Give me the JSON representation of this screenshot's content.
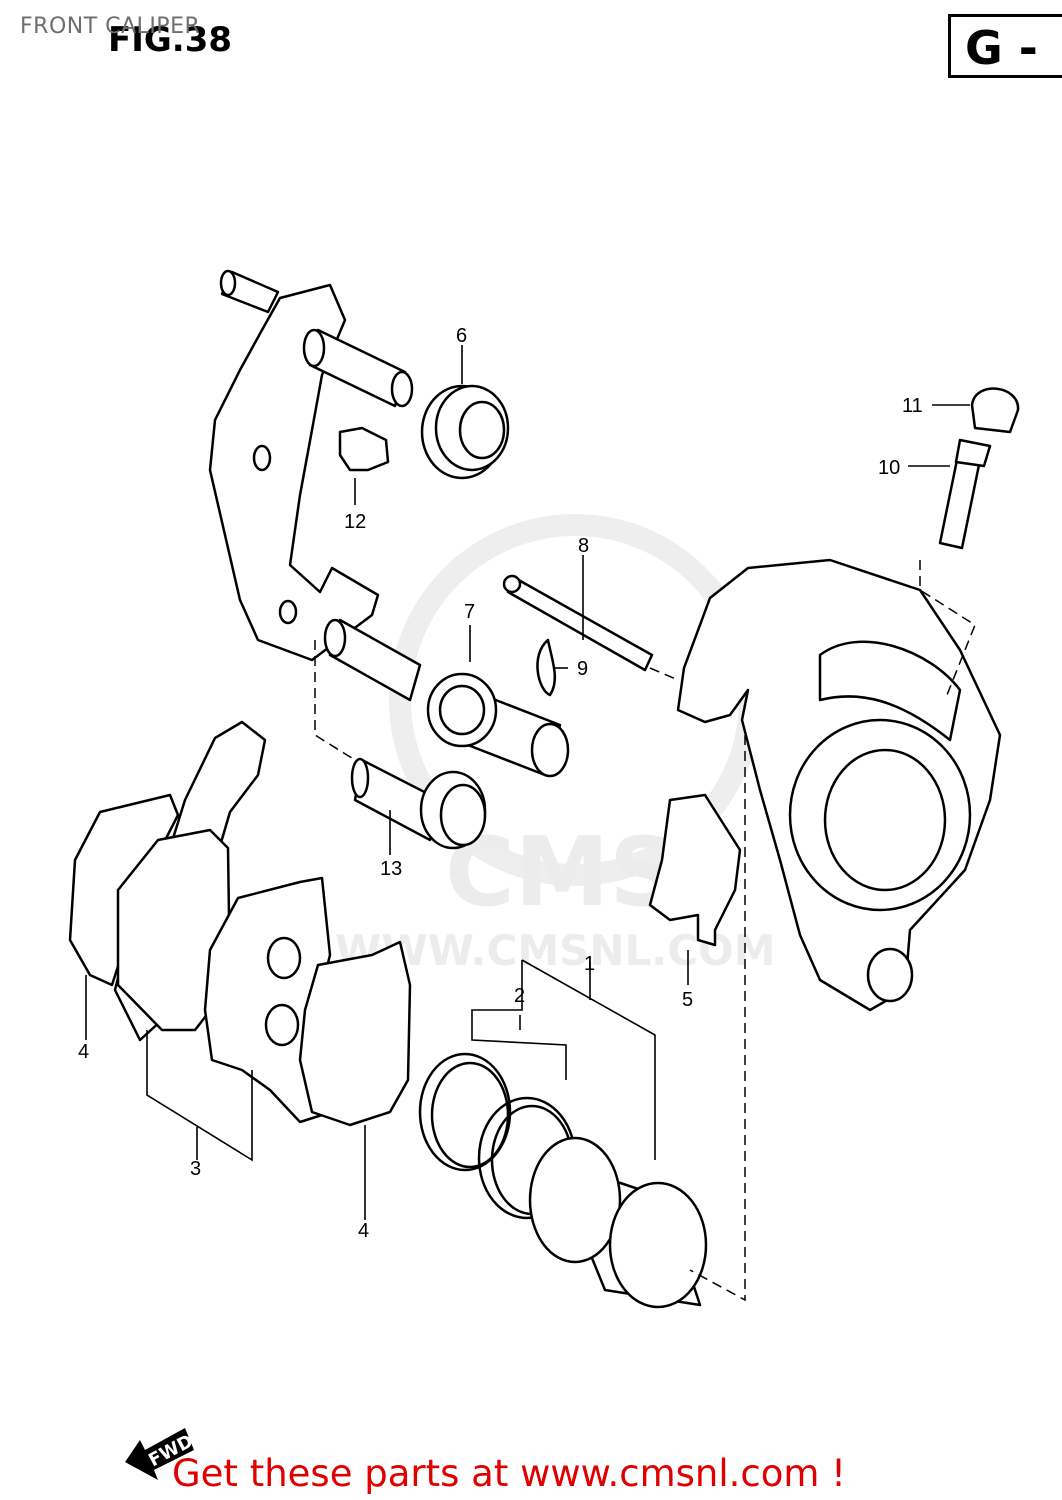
{
  "header": {
    "title": "FRONT CALIPER",
    "figure": "FIG.38",
    "section": "G -"
  },
  "watermark": {
    "logo": "CMS",
    "url": "WWW.CMSNL.COM"
  },
  "callouts": [
    "1",
    "2",
    "3",
    "4",
    "4",
    "5",
    "6",
    "7",
    "8",
    "9",
    "10",
    "11",
    "12",
    "13"
  ],
  "fwd_label": "FWD",
  "footer": {
    "link_text": "Get these parts at www.cmsnl.com !",
    "color": "#e00000"
  }
}
